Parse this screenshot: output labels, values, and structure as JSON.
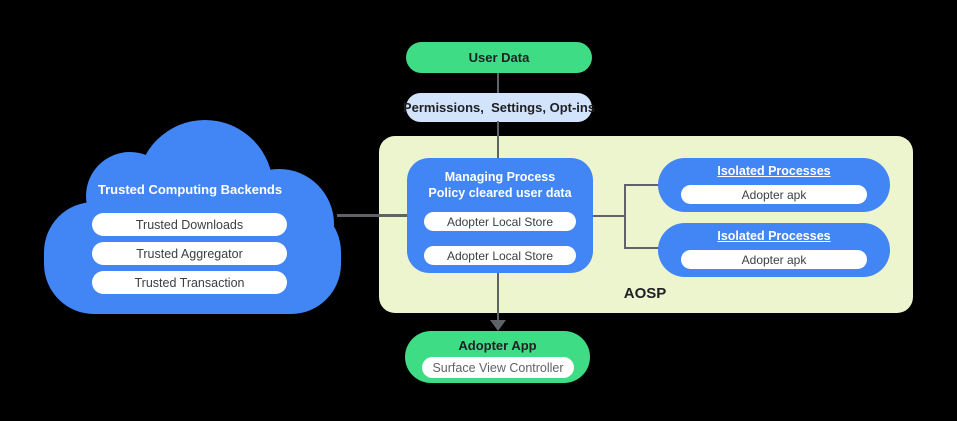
{
  "flow": {
    "user_data_label": "User Data",
    "permissions_label": "Permissions,  Settings, Opt-ins"
  },
  "cloud": {
    "title": "Trusted Computing Backends",
    "items": [
      "Trusted Downloads",
      "Trusted Aggregator",
      "Trusted Transaction"
    ]
  },
  "aosp": {
    "label": "AOSP",
    "managing_process": {
      "title_lines": [
        "Managing Process",
        "Policy cleared user data"
      ],
      "stores": [
        "Adopter Local Store",
        "Adopter Local Store"
      ]
    },
    "isolated_processes": [
      {
        "title": "Isolated Processes",
        "item": "Adopter apk"
      },
      {
        "title": "Isolated Processes",
        "item": "Adopter apk"
      }
    ]
  },
  "adopter_app": {
    "title": "Adopter App",
    "item": "Surface View Controller"
  },
  "colors": {
    "blue": "#4285f4",
    "green": "#3edc84",
    "light_blue": "#d2e3fc",
    "pale_green": "#edf5ce",
    "connector": "#5f6368",
    "dark_text": "#202124",
    "pill_text": "#3c4043",
    "muted_text": "#5f6368"
  }
}
